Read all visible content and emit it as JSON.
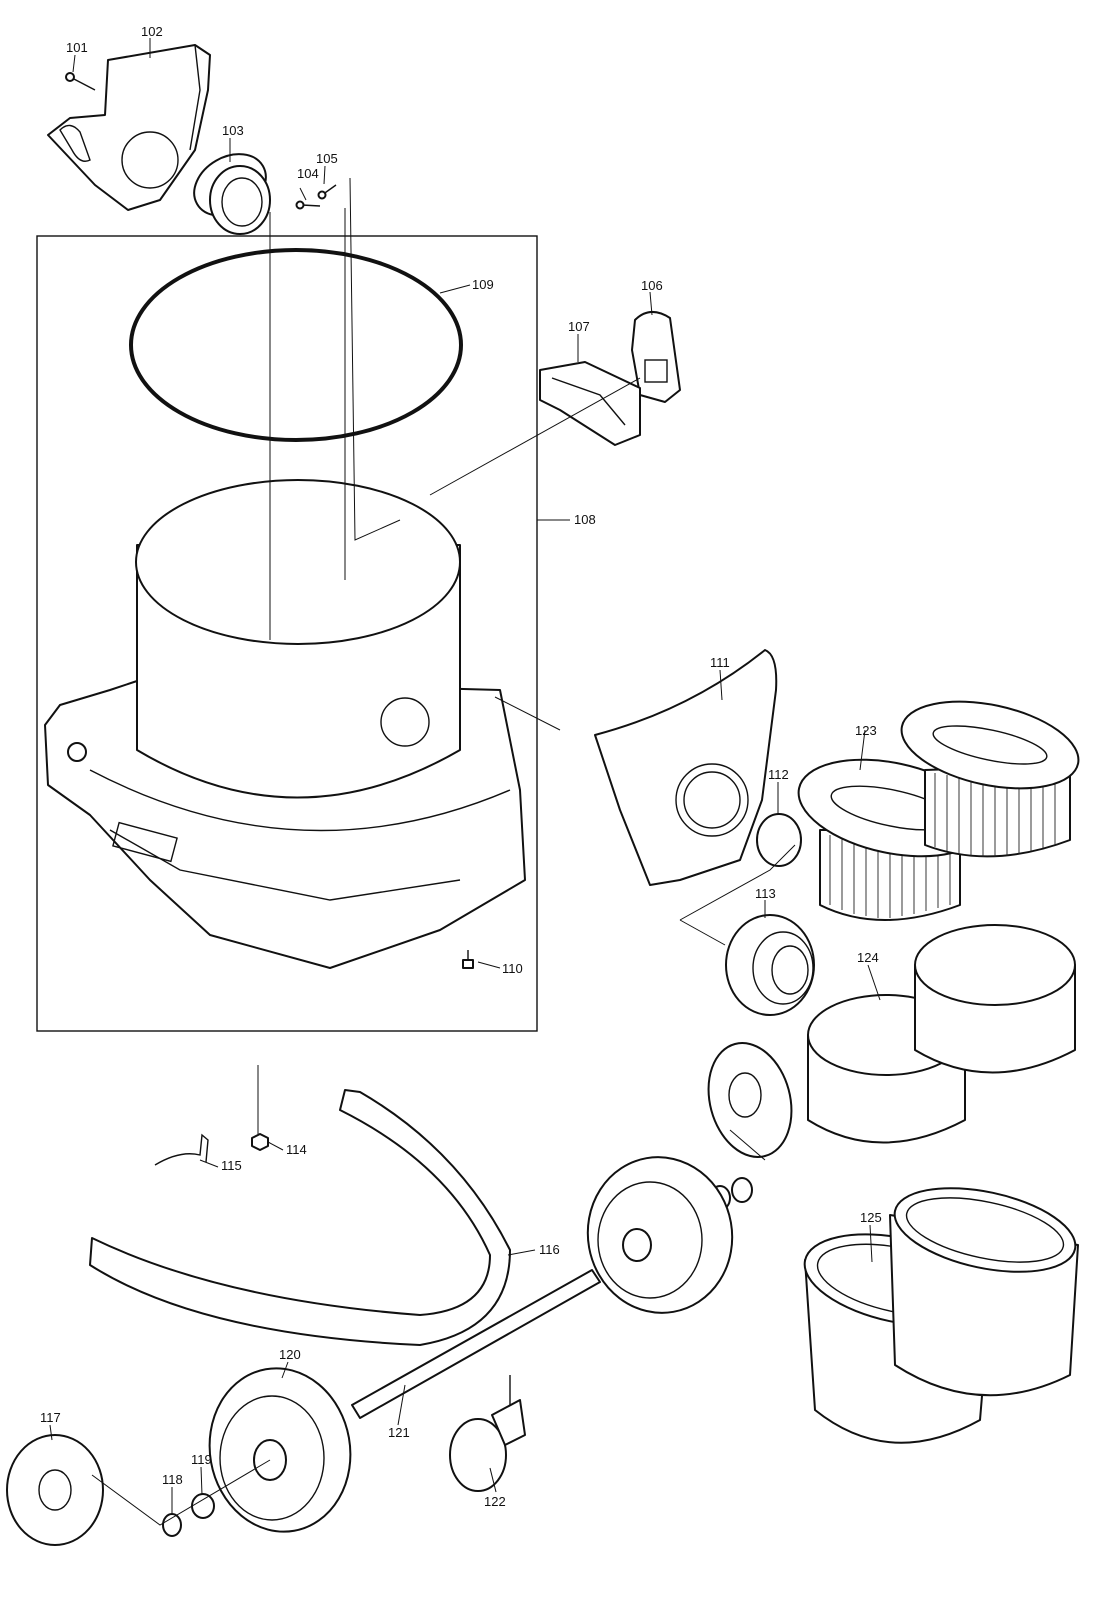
{
  "parts": {
    "p101": "101",
    "p102": "102",
    "p103": "103",
    "p104": "104",
    "p105": "105",
    "p106": "106",
    "p107": "107",
    "p108": "108",
    "p109": "109",
    "p110": "110",
    "p111": "111",
    "p112": "112",
    "p113": "113",
    "p114": "114",
    "p115": "115",
    "p116": "116",
    "p117": "117",
    "p118": "118",
    "p119": "119",
    "p120": "120",
    "p121": "121",
    "p122": "122",
    "p123": "123",
    "p124": "124",
    "p125": "125"
  },
  "colors": {
    "line": "#111111",
    "background": "#ffffff"
  }
}
